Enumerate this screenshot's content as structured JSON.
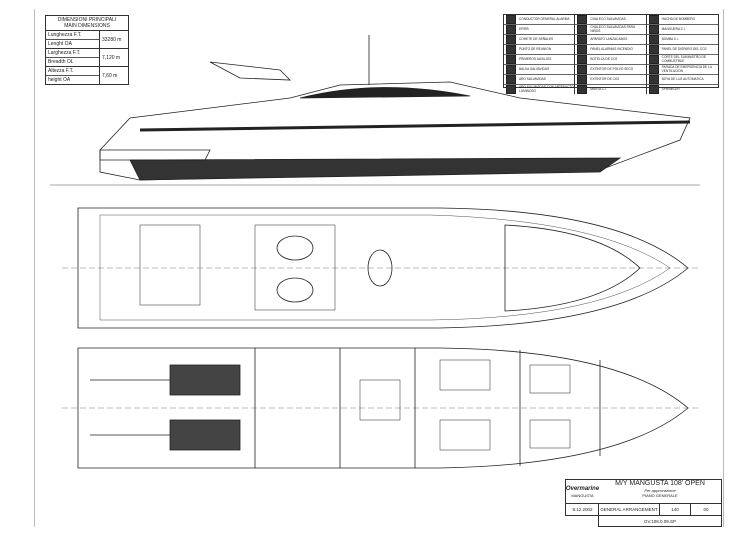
{
  "dimensions": {
    "title_it": "DIMENSIONI PRINCIPALI",
    "title_en": "MAIN DIMENSIONS",
    "rows": [
      {
        "label_it": "Lunghezza F.T.",
        "label_en": "Lenght OA",
        "value": "33280 m"
      },
      {
        "label_it": "Larghezza F.T.",
        "label_en": "Breadth OL",
        "value": "7,120 m"
      },
      {
        "label_it": "Altezza F.T.",
        "label_en": "height OA",
        "value": "7,60 m"
      }
    ]
  },
  "legend": {
    "columns": [
      [
        "CONDUCTOR GENERAL ALARMA",
        "EPIRB",
        "COHETE DE SEÑALES",
        "PUNTO DE REUNION",
        "PRIMEROS AUXILIOS",
        "BALSA SALVAVIDAS",
        "ARO SALVAVIDAS",
        "ARO SALVAVIDAS CON ARTEFACTO LUMINOSO"
      ],
      [
        "CHALECO SALVAVIDAS",
        "CHALECO SALVAVIDAS PARA NIÑOS",
        "APARATO LANZACABOS",
        "PANEL ALARMAS INCENDIO",
        "BOTELLA DE CO2",
        "EXTINTOR DE POLVO SECO",
        "EXTINTOR DE CO2",
        "MANTA C.I."
      ],
      [
        "HACHA DE BOMBERO",
        "MANGUERA C.I.",
        "BOMBA C.I.",
        "PANEL DE DISPARO DEL CO2",
        "CORTE DEL SUMINISTRO DE COMBUSTIBLE",
        "PARADA DE EMERGENCIA DE LA VENTILACION",
        "BOYA DE LUZ AUTOMATICA",
        "SPRINKLER"
      ]
    ]
  },
  "title_block": {
    "logo": "Overmarine",
    "logo_sub": "MANGUSTA",
    "vessel": "M/Y MANGUSTA 108' OPEN",
    "signature_note": "Per approvazione",
    "subtitle_it": "PIANO GENERALE",
    "subtitle_en": "GENERAL ARRANGEMENT",
    "date": "9.12.2002",
    "scale": "140",
    "revision": "00",
    "drawing_no": "GV.108.0.09.SP"
  }
}
